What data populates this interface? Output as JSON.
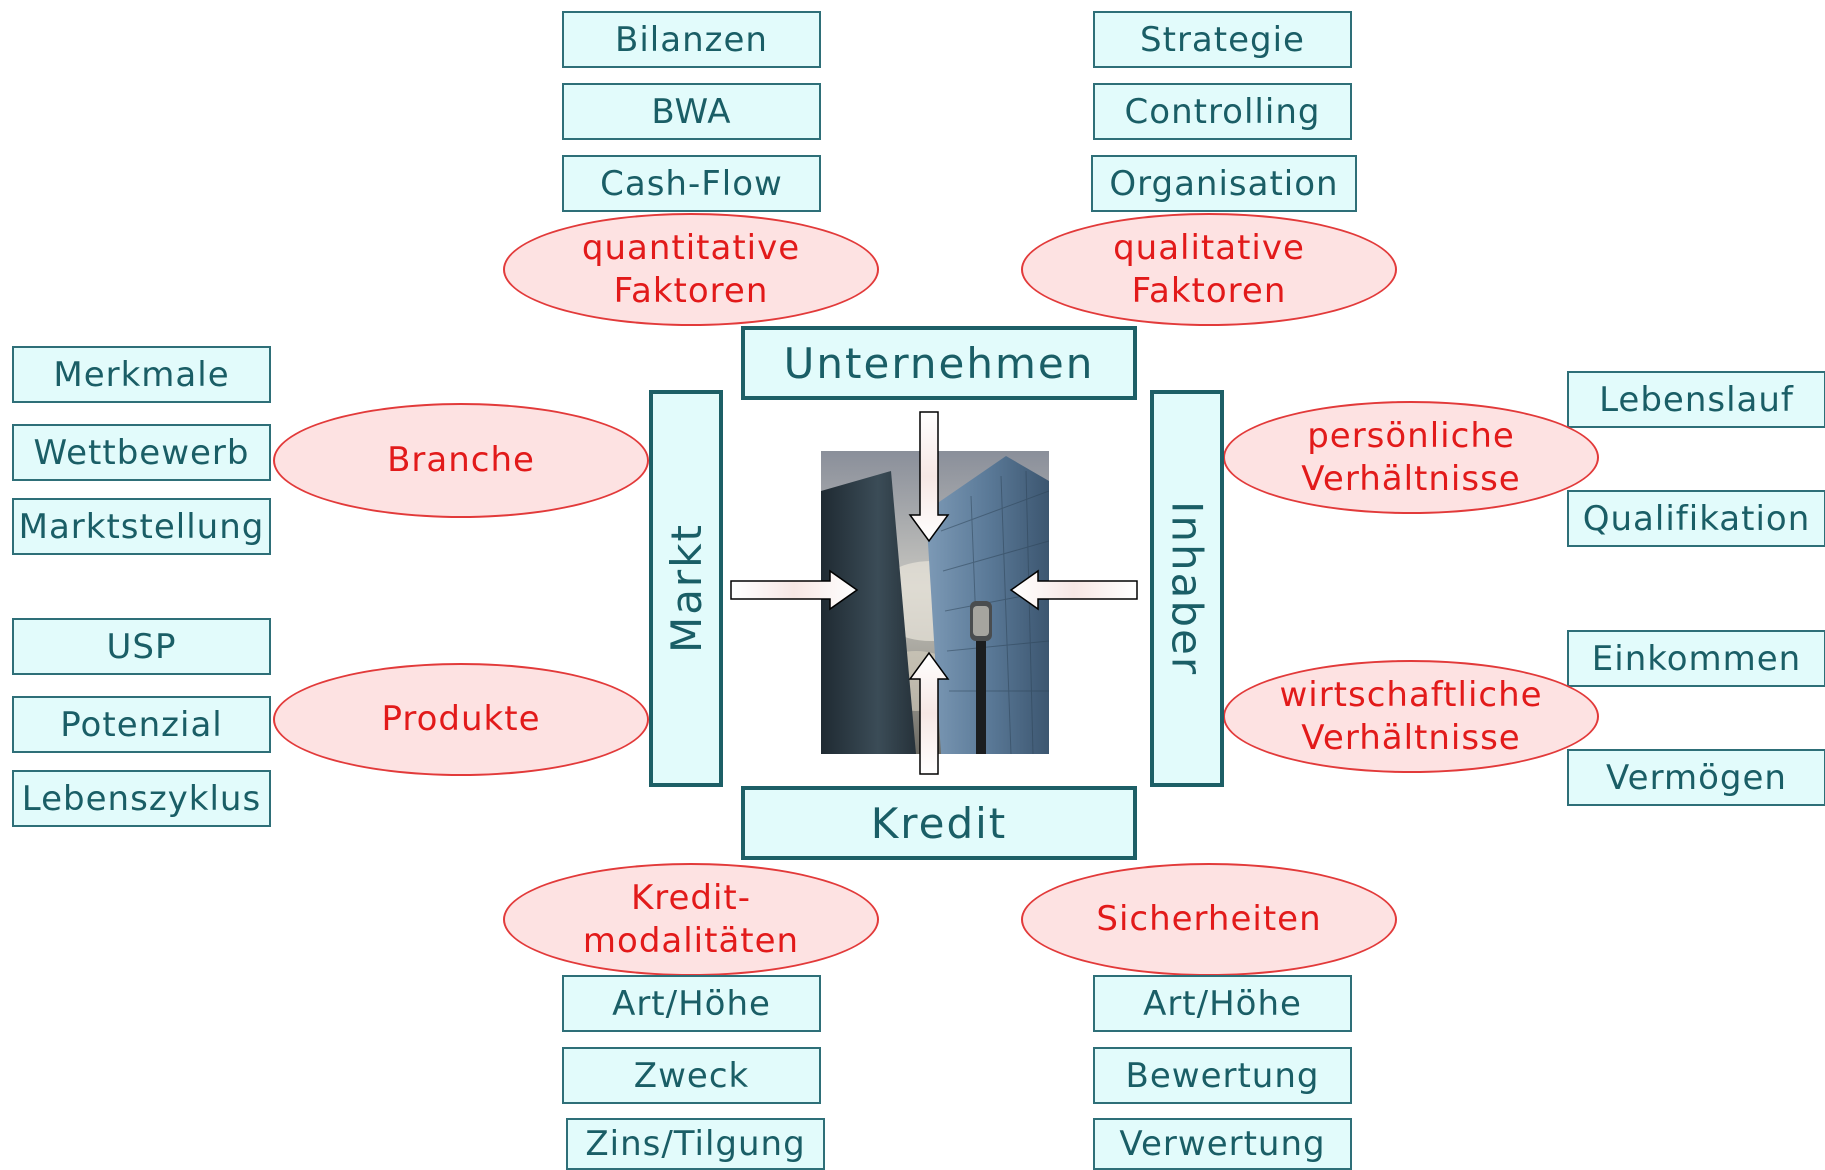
{
  "center": {
    "unternehmen": "Unternehmen",
    "kredit": "Kredit",
    "markt": "Markt",
    "inhaber": "Inhaber"
  },
  "quantitative": {
    "label_line1": "quantitative",
    "label_line2": "Faktoren",
    "items": [
      "Bilanzen",
      "BWA",
      "Cash-Flow"
    ]
  },
  "qualitative": {
    "label_line1": "qualitative",
    "label_line2": "Faktoren",
    "items": [
      "Strategie",
      "Controlling",
      "Organisation"
    ]
  },
  "branche": {
    "label": "Branche",
    "items": [
      "Merkmale",
      "Wettbewerb",
      "Marktstellung"
    ]
  },
  "produkte": {
    "label": "Produkte",
    "items": [
      "USP",
      "Potenzial",
      "Lebenszyklus"
    ]
  },
  "persoenlich": {
    "label_line1": "persönliche",
    "label_line2": "Verhältnisse",
    "items": [
      "Lebenslauf",
      "Qualifikation"
    ]
  },
  "wirtschaftlich": {
    "label_line1": "wirtschaftliche",
    "label_line2": "Verhältnisse",
    "items": [
      "Einkommen",
      "Vermögen"
    ]
  },
  "kreditmodalitaeten": {
    "label_line1": "Kredit-",
    "label_line2": "modalitäten",
    "items": [
      "Art/Höhe",
      "Zweck",
      "Zins/Tilgung"
    ]
  },
  "sicherheiten": {
    "label": "Sicherheiten",
    "items": [
      "Art/Höhe",
      "Bewertung",
      "Verwertung"
    ]
  },
  "colors": {
    "box_fill": "#e2fbfb",
    "box_border": "#2e6f78",
    "box_text": "#1a5e66",
    "ellipse_fill": "#fde2e2",
    "ellipse_border": "#e23a3a",
    "ellipse_text": "#e21a1a"
  }
}
